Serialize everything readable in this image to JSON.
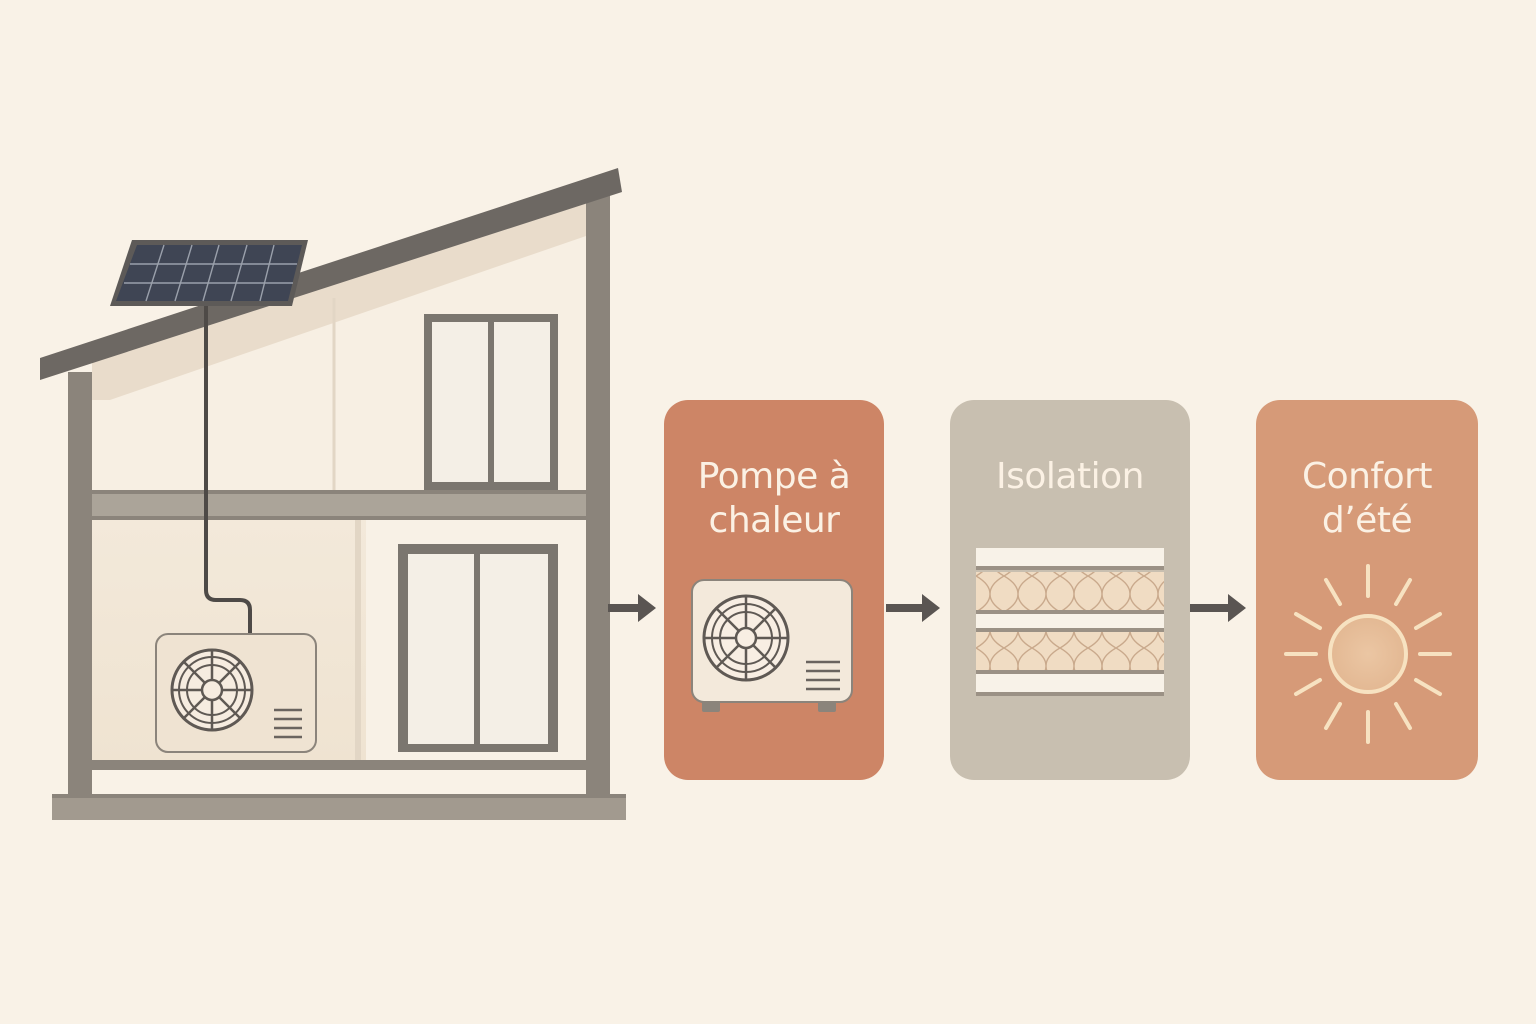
{
  "steps": [
    {
      "id": "heat-pump",
      "line1": "Pompe à",
      "line2": "chaleur"
    },
    {
      "id": "insulation",
      "line1": "Isolation",
      "line2": ""
    },
    {
      "id": "comfort",
      "line1": "Confort",
      "line2": "d’été"
    }
  ],
  "icons": {
    "house": "house-illustration",
    "solar": "solar-panel-icon",
    "heatpump": "heat-pump-unit-icon",
    "insulation": "insulation-layers-icon",
    "sun": "sun-icon",
    "arrow": "arrow-right-icon"
  },
  "colors": {
    "background": "#f9f2e7",
    "heat_pump_card": "#cd8566",
    "insulation_card": "#c8bfb0",
    "comfort_card": "#d69a78",
    "text_on_card": "#fbf1e4",
    "structure": "#888178",
    "arrow": "#5a5552"
  }
}
